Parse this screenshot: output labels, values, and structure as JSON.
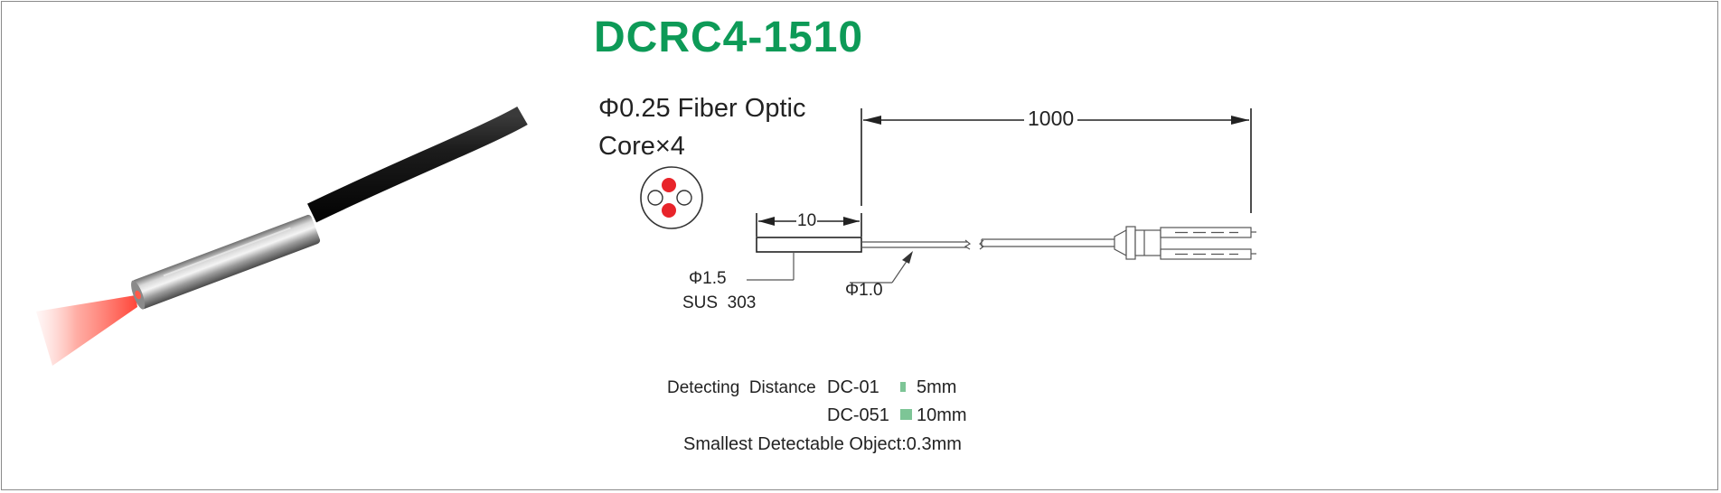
{
  "product": {
    "model": "DCRC4-1510"
  },
  "fiber": {
    "line1": "Φ0.25 Fiber Optic",
    "line2": "Core×4"
  },
  "dimensions": {
    "cable_length": "1000",
    "tip_length": "10",
    "tip_diameter": "Φ1.5",
    "tip_material": "SUS  303",
    "cable_diameter": "Φ1.0"
  },
  "specs": {
    "detecting_label": "Detecting  Distance",
    "rows": [
      {
        "model": "DC-01",
        "distance": "5mm"
      },
      {
        "model": "DC-051",
        "distance": "10mm"
      }
    ],
    "smallest_object": "Smallest Detectable Object:0.3mm"
  },
  "colors": {
    "title": "#0d9a57",
    "core_active": "#e8242a",
    "swatch": "#7dc596",
    "beam": "#ff4a3d"
  }
}
